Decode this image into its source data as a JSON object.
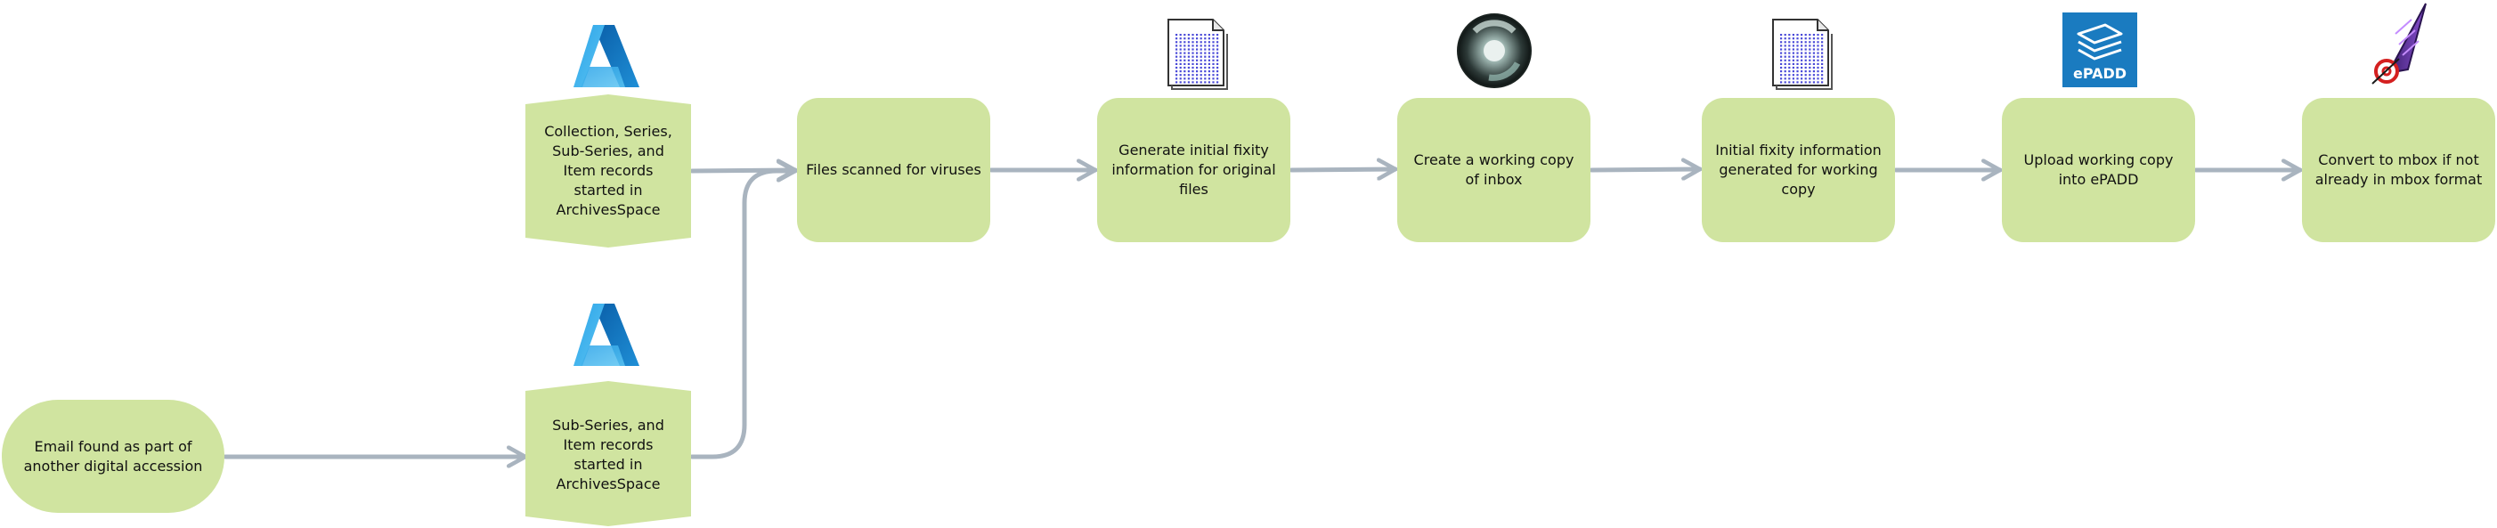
{
  "colors": {
    "node_fill": "#d0e4a0",
    "connector": "#a9b4bf",
    "text": "#111111",
    "archivesspace_icon": "#1f8fd6",
    "epadd_icon_bg": "#1a7bc0"
  },
  "nodes": {
    "email_found": {
      "label": "Email found as part of another digital accession"
    },
    "records_top": {
      "label": "Collection, Series, Sub-Series, and Item records started in ArchivesSpace",
      "icon": "archivesspace-icon"
    },
    "records_bottom": {
      "label": "Sub-Series, and Item records started in ArchivesSpace",
      "icon": "archivesspace-icon"
    },
    "virus_scan": {
      "label": "Files scanned for viruses"
    },
    "fixity_original": {
      "label": "Generate initial fixity information for original files",
      "icon": "document-icon"
    },
    "working_copy": {
      "label": "Create a working copy of inbox",
      "icon": "disc-app-icon"
    },
    "fixity_working": {
      "label": "Initial fixity information generated for working copy",
      "icon": "document-icon"
    },
    "upload_epadd": {
      "label": "Upload working copy into ePADD",
      "icon": "epadd-icon",
      "icon_text": "ePADD"
    },
    "convert_mbox": {
      "label": "Convert to mbox if not already in mbox format",
      "icon": "mail-converter-icon"
    }
  }
}
